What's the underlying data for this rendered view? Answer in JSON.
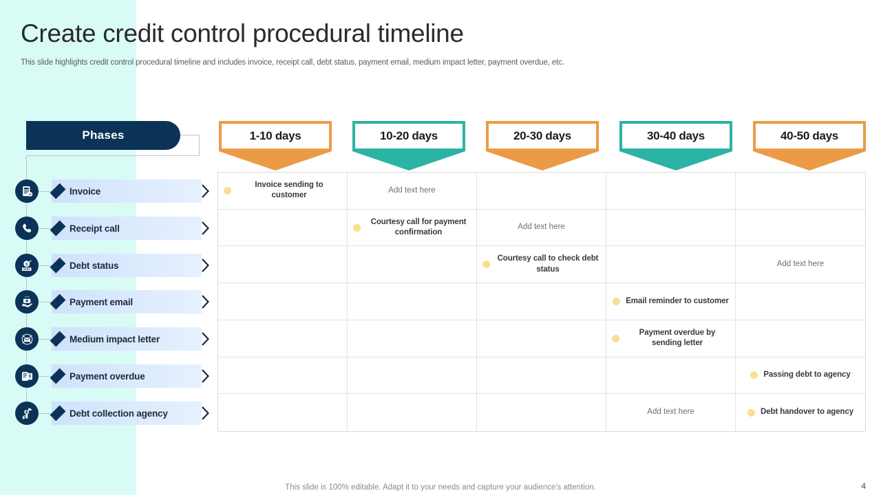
{
  "header": {
    "title": "Create credit control procedural timeline",
    "subtitle": "This slide highlights credit control procedural timeline and includes invoice, receipt call, debt status, payment email, medium impact letter, payment overdue, etc."
  },
  "phases_header": {
    "label": "Phases"
  },
  "colors": {
    "navy": "#0b3357",
    "teal_panel": "#d9fbf6",
    "orange": "#eb9b46",
    "teal": "#2bb3a3",
    "dot_yellow": "#fadf8e",
    "bar_blue": "#cfe2fb"
  },
  "phases": [
    {
      "label": "Invoice",
      "icon": "invoice-icon"
    },
    {
      "label": "Receipt call",
      "icon": "phone-icon"
    },
    {
      "label": "Debt status",
      "icon": "debt-badge-icon"
    },
    {
      "label": "Payment email",
      "icon": "payment-hand-icon"
    },
    {
      "label": "Medium impact letter",
      "icon": "letter-icon"
    },
    {
      "label": "Payment overdue",
      "icon": "mobile-payment-icon"
    },
    {
      "label": "Debt collection agency",
      "icon": "debt-collection-icon"
    }
  ],
  "columns": [
    {
      "label": "1-10 days",
      "accent": "orange"
    },
    {
      "label": "10-20 days",
      "accent": "teal"
    },
    {
      "label": "20-30 days",
      "accent": "orange"
    },
    {
      "label": "30-40 days",
      "accent": "teal"
    },
    {
      "label": "40-50 days",
      "accent": "orange"
    }
  ],
  "placeholder_text": "Add text here",
  "grid": [
    [
      {
        "text": "Invoice sending to customer",
        "type": "filled"
      },
      {
        "text": "Add text here",
        "type": "placeholder"
      },
      {
        "text": "",
        "type": "empty"
      },
      {
        "text": "",
        "type": "empty"
      },
      {
        "text": "",
        "type": "empty"
      }
    ],
    [
      {
        "text": "",
        "type": "empty"
      },
      {
        "text": "Courtesy  call for payment confirmation",
        "type": "filled"
      },
      {
        "text": "Add text here",
        "type": "placeholder"
      },
      {
        "text": "",
        "type": "empty"
      },
      {
        "text": "",
        "type": "empty"
      }
    ],
    [
      {
        "text": "",
        "type": "empty"
      },
      {
        "text": "",
        "type": "empty"
      },
      {
        "text": "Courtesy  call to check debt status",
        "type": "filled"
      },
      {
        "text": "",
        "type": "empty"
      },
      {
        "text": "Add text here",
        "type": "placeholder"
      }
    ],
    [
      {
        "text": "",
        "type": "empty"
      },
      {
        "text": "",
        "type": "empty"
      },
      {
        "text": "",
        "type": "empty"
      },
      {
        "text": "Email reminder to customer",
        "type": "filled"
      },
      {
        "text": "",
        "type": "empty"
      }
    ],
    [
      {
        "text": "",
        "type": "empty"
      },
      {
        "text": "",
        "type": "empty"
      },
      {
        "text": "",
        "type": "empty"
      },
      {
        "text": "Payment overdue by sending  letter",
        "type": "filled"
      },
      {
        "text": "",
        "type": "empty"
      }
    ],
    [
      {
        "text": "",
        "type": "empty"
      },
      {
        "text": "",
        "type": "empty"
      },
      {
        "text": "",
        "type": "empty"
      },
      {
        "text": "",
        "type": "empty"
      },
      {
        "text": "Passing  debt to agency",
        "type": "filled"
      }
    ],
    [
      {
        "text": "",
        "type": "empty"
      },
      {
        "text": "",
        "type": "empty"
      },
      {
        "text": "",
        "type": "empty"
      },
      {
        "text": "Add text here",
        "type": "placeholder"
      },
      {
        "text": "Debt handover to agency",
        "type": "filled"
      }
    ]
  ],
  "footer": {
    "note": "This slide is 100% editable. Adapt it to your needs and capture your audience's attention.",
    "page_number": "4"
  }
}
